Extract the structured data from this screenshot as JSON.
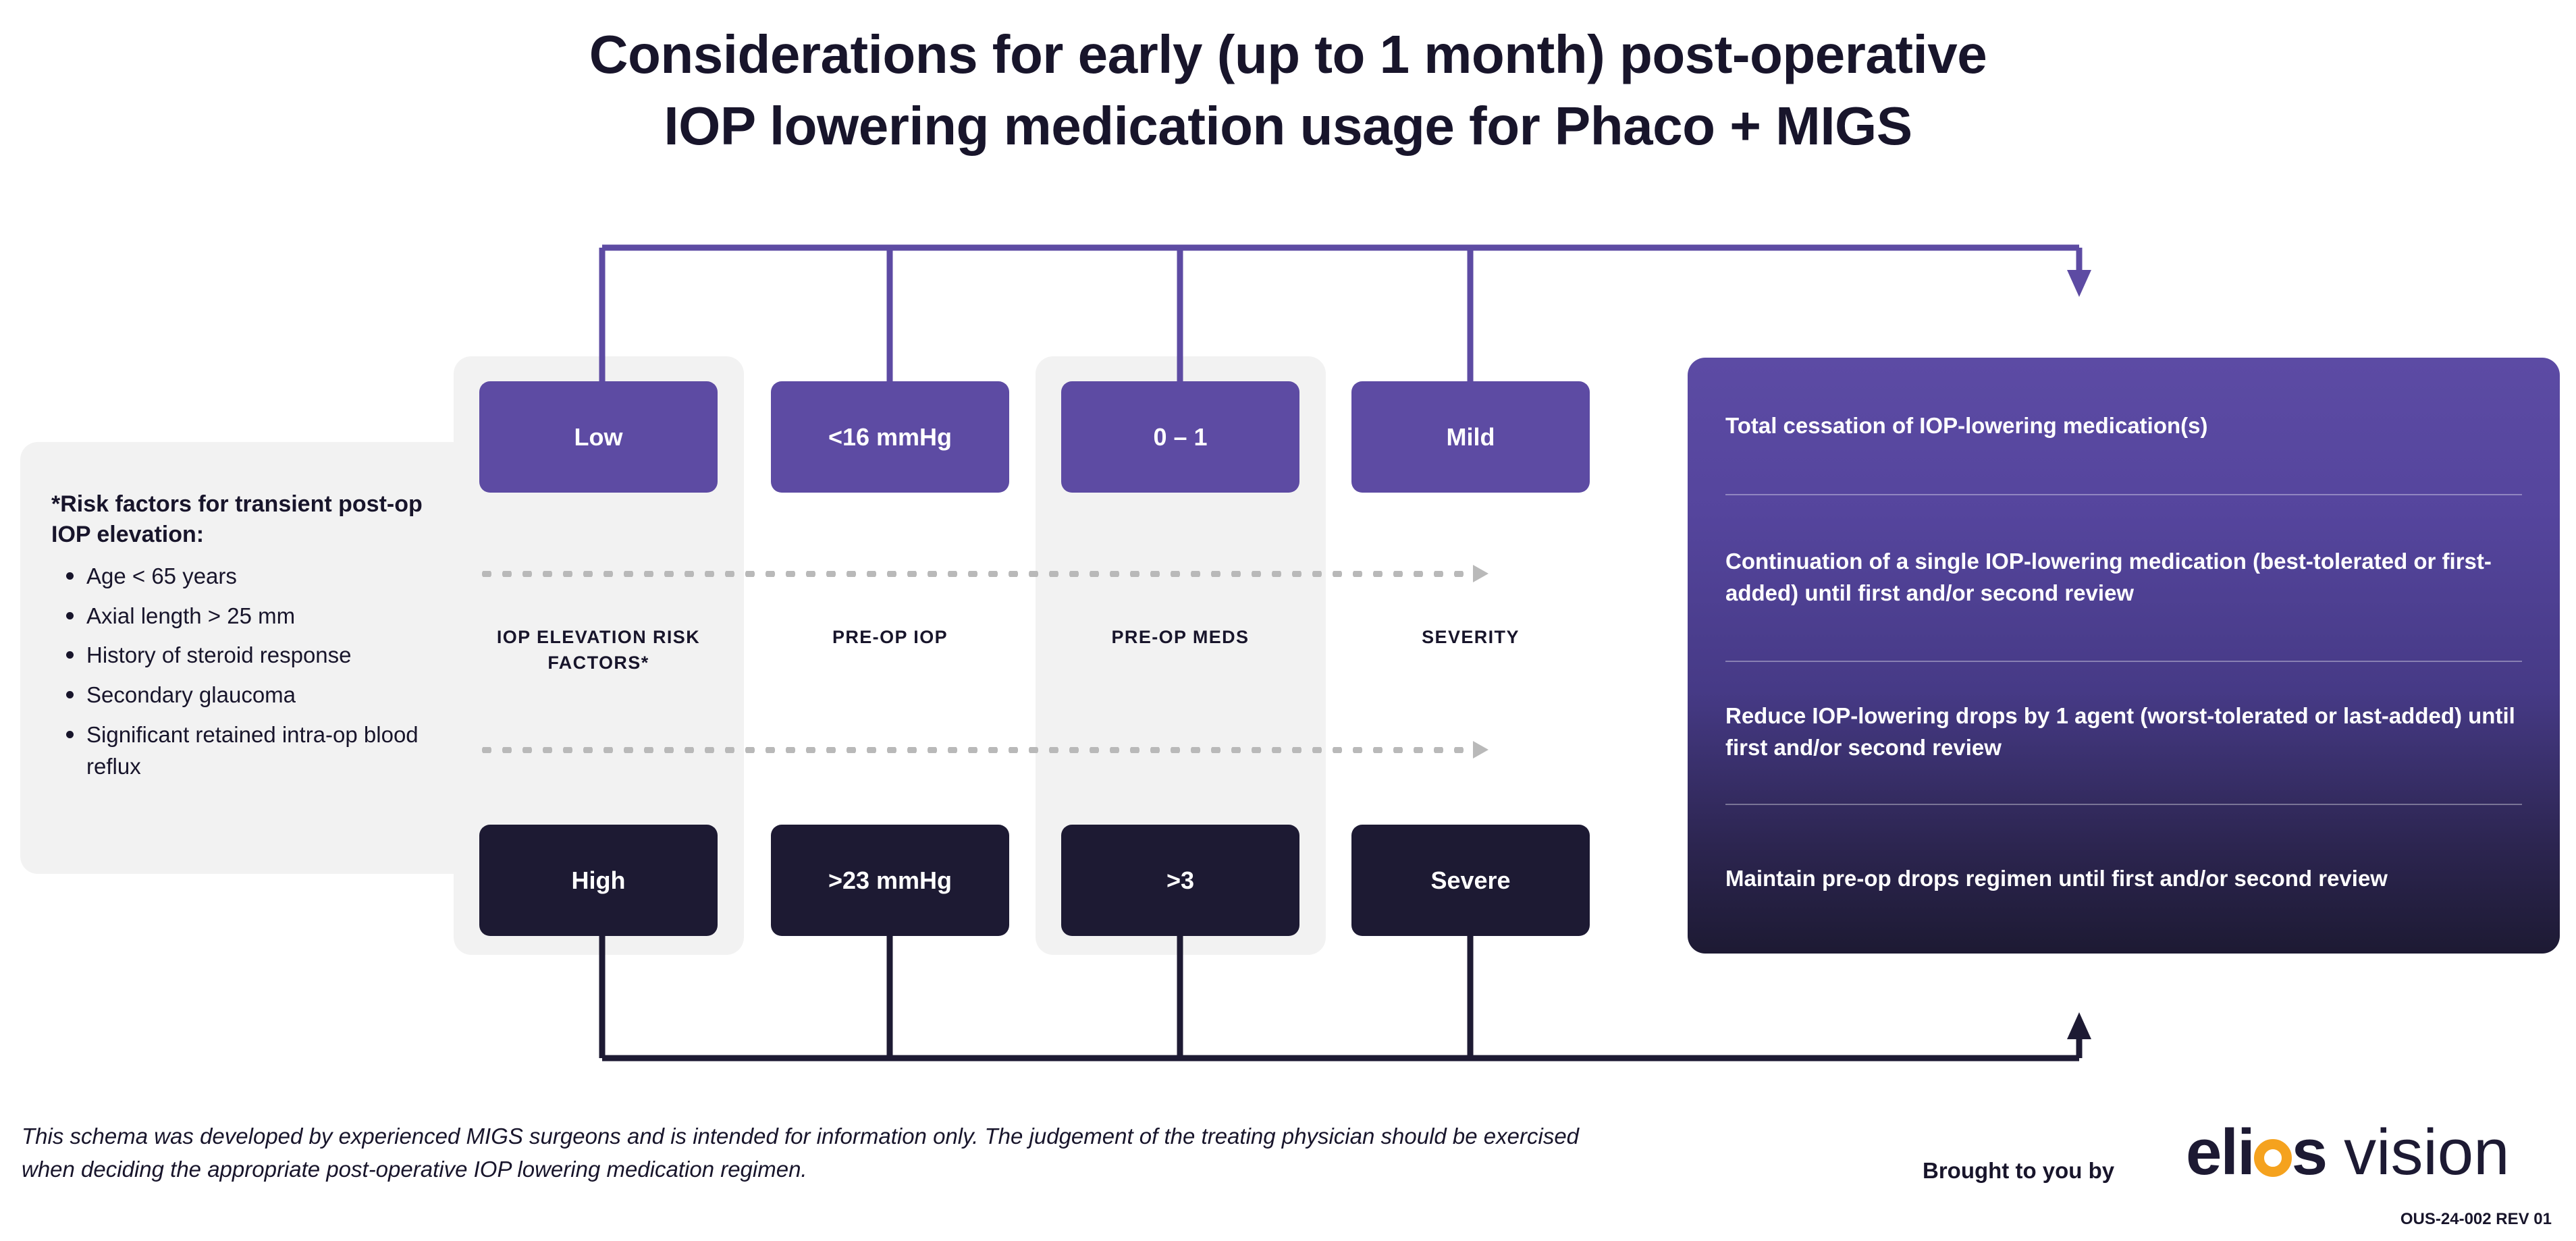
{
  "title": {
    "line1": "Considerations for early (up to 1 month) post-operative",
    "line2": "IOP lowering medication usage for Phaco + MIGS"
  },
  "risk_card": {
    "heading": "*Risk factors for transient post-op IOP elevation:",
    "items": [
      "Age < 65 years",
      "Axial length > 25 mm",
      "History of steroid response",
      "Secondary glaucoma",
      "Significant retained intra-op blood reflux"
    ]
  },
  "columns": [
    {
      "caption": "IOP ELEVATION RISK FACTORS*",
      "low": "Low",
      "high": "High"
    },
    {
      "caption": "PRE-OP IOP",
      "low": "<16 mmHg",
      "high": ">23 mmHg"
    },
    {
      "caption": "PRE-OP MEDS",
      "low": "0 – 1",
      "high": ">3"
    },
    {
      "caption": "SEVERITY",
      "low": "Mild",
      "high": "Severe"
    }
  ],
  "recommendations": [
    "Total cessation of IOP-lowering medication(s)",
    "Continuation of a single IOP-lowering medication (best-tolerated or first-added) until first and/or second review",
    "Reduce IOP-lowering drops by 1 agent (worst-tolerated or last-added) until first and/or second review",
    "Maintain pre-op drops regimen until first and/or second review"
  ],
  "footer": {
    "disclaimer": "This schema was developed by experienced MIGS surgeons and is intended for information only. The judgement of the treating physician should be exercised when deciding the appropriate post-operative IOP lowering medication regimen.",
    "brought_by": "Brought to you by",
    "logo_elios_a": "eli",
    "logo_elios_b": "s",
    "logo_vision": "vision",
    "doc_number": "OUS-24-002 REV 01"
  },
  "colors": {
    "purple": "#5d4ba3",
    "dark_navy": "#1d1a33",
    "band_gray": "#f2f2f2",
    "dot_gray": "#b9b9b9",
    "logo_orange": "#f5a21e"
  }
}
